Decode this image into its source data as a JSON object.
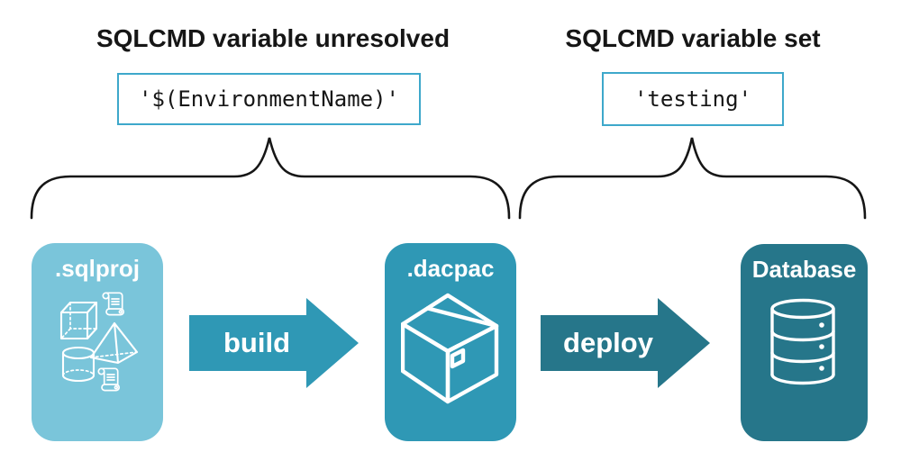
{
  "colors": {
    "background": "#ffffff",
    "ink": "#161616",
    "code_border": "#3EA8CB",
    "sqlproj_bg": "#7AC5DA",
    "dacpac_bg": "#2F98B5",
    "database_bg": "#26768A",
    "build_arrow": "#2F98B5",
    "deploy_arrow": "#26768A",
    "label_text": "#ffffff",
    "icon_stroke": "#ffffff"
  },
  "annotations": {
    "unresolved": {
      "heading": "SQLCMD variable unresolved",
      "code": "'$(EnvironmentName)'"
    },
    "set": {
      "heading": "SQLCMD variable set",
      "code": "'testing'"
    }
  },
  "pipeline": {
    "stages": [
      {
        "label": ".sqlproj",
        "icon": "sql-objects-icon"
      },
      {
        "label": ".dacpac",
        "icon": "package-box-icon"
      },
      {
        "label": "Database",
        "icon": "database-icon"
      }
    ],
    "arrows": [
      {
        "label": "build"
      },
      {
        "label": "deploy"
      }
    ]
  }
}
